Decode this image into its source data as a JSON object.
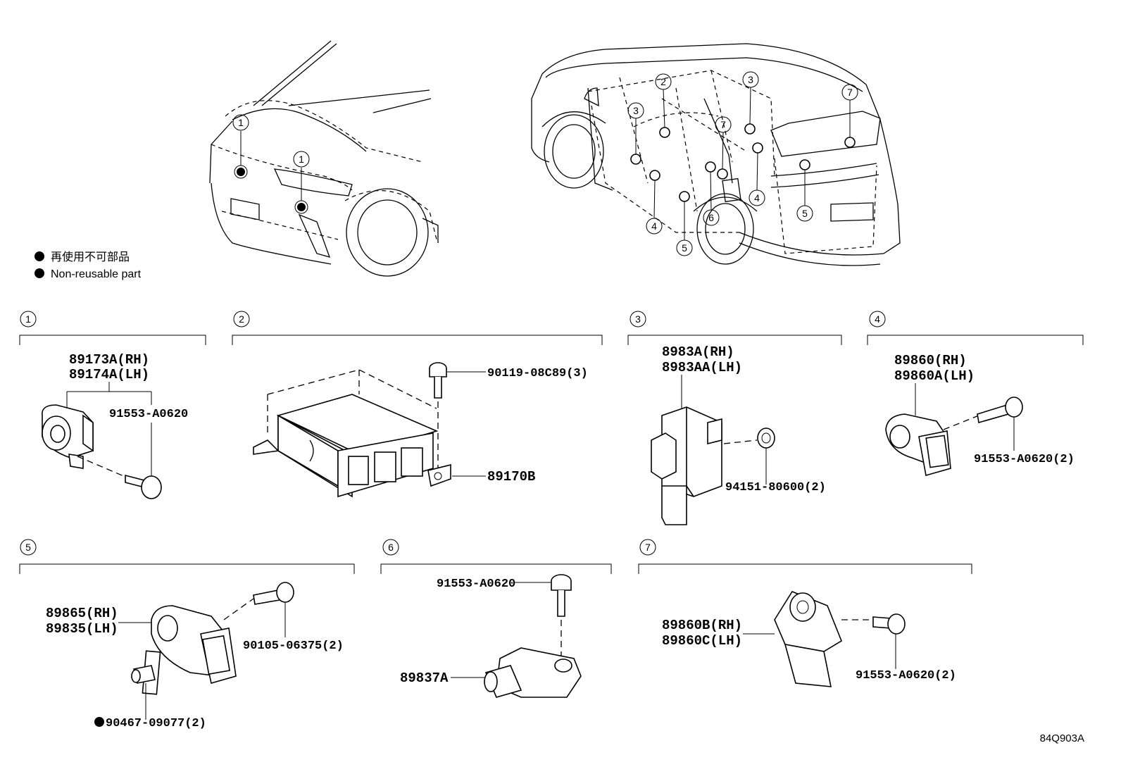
{
  "legend": {
    "ja": "再使用不可部品",
    "en": "Non-reusable part"
  },
  "figure_code": "84Q903A",
  "callout_numbers": [
    "1",
    "2",
    "3",
    "4",
    "5",
    "6",
    "7"
  ],
  "sections": {
    "s1": {
      "number": "1",
      "parts": [
        "89173A(RH)",
        "89174A(LH)",
        "91553-A0620"
      ]
    },
    "s2": {
      "number": "2",
      "parts": [
        "90119-08C89(3)",
        "89170B"
      ]
    },
    "s3": {
      "number": "3",
      "parts": [
        "8983A(RH)",
        "8983AA(LH)",
        "94151-80600(2)"
      ]
    },
    "s4": {
      "number": "4",
      "parts": [
        "89860(RH)",
        "89860A(LH)",
        "91553-A0620(2)"
      ]
    },
    "s5": {
      "number": "5",
      "parts": [
        "89865(RH)",
        "89835(LH)",
        "90105-06375(2)",
        "90467-09077(2)"
      ]
    },
    "s6": {
      "number": "6",
      "parts": [
        "91553-A0620",
        "89837A"
      ]
    },
    "s7": {
      "number": "7",
      "parts": [
        "89860B(RH)",
        "89860C(LH)",
        "91553-A0620(2)"
      ]
    }
  }
}
